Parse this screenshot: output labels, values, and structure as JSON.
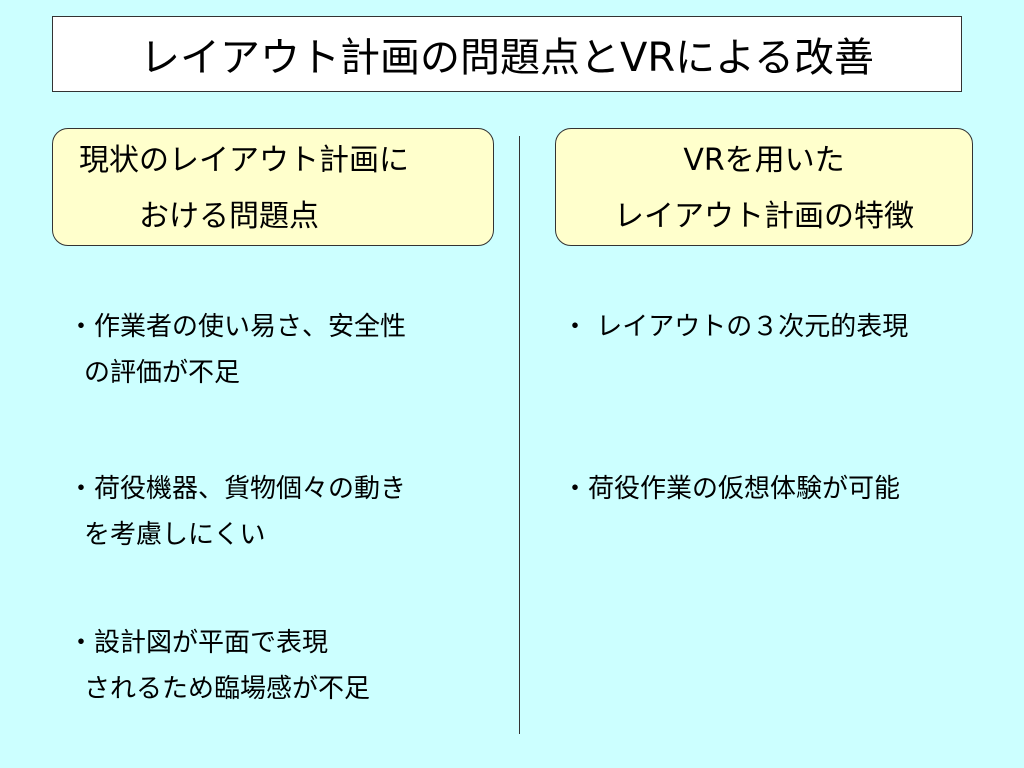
{
  "title": "レイアウト計画の問題点とVRによる改善",
  "left_header": {
    "line1": "現状のレイアウト計画に",
    "line2": "おける問題点"
  },
  "right_header": {
    "line1": "VRを用いた",
    "line2": "レイアウト計画の特徴"
  },
  "left_items": [
    {
      "line1": "・作業者の使い易さ、安全性",
      "line2": "の評価が不足"
    },
    {
      "line1": "・荷役機器、貨物個々の動き",
      "line2": "を考慮しにくい"
    },
    {
      "line1": "・設計図が平面で表現",
      "line2": "されるため臨場感が不足"
    }
  ],
  "right_items": [
    {
      "line1": "・ レイアウトの３次元的表現"
    },
    {
      "line1": "・荷役作業の仮想体験が可能"
    }
  ]
}
